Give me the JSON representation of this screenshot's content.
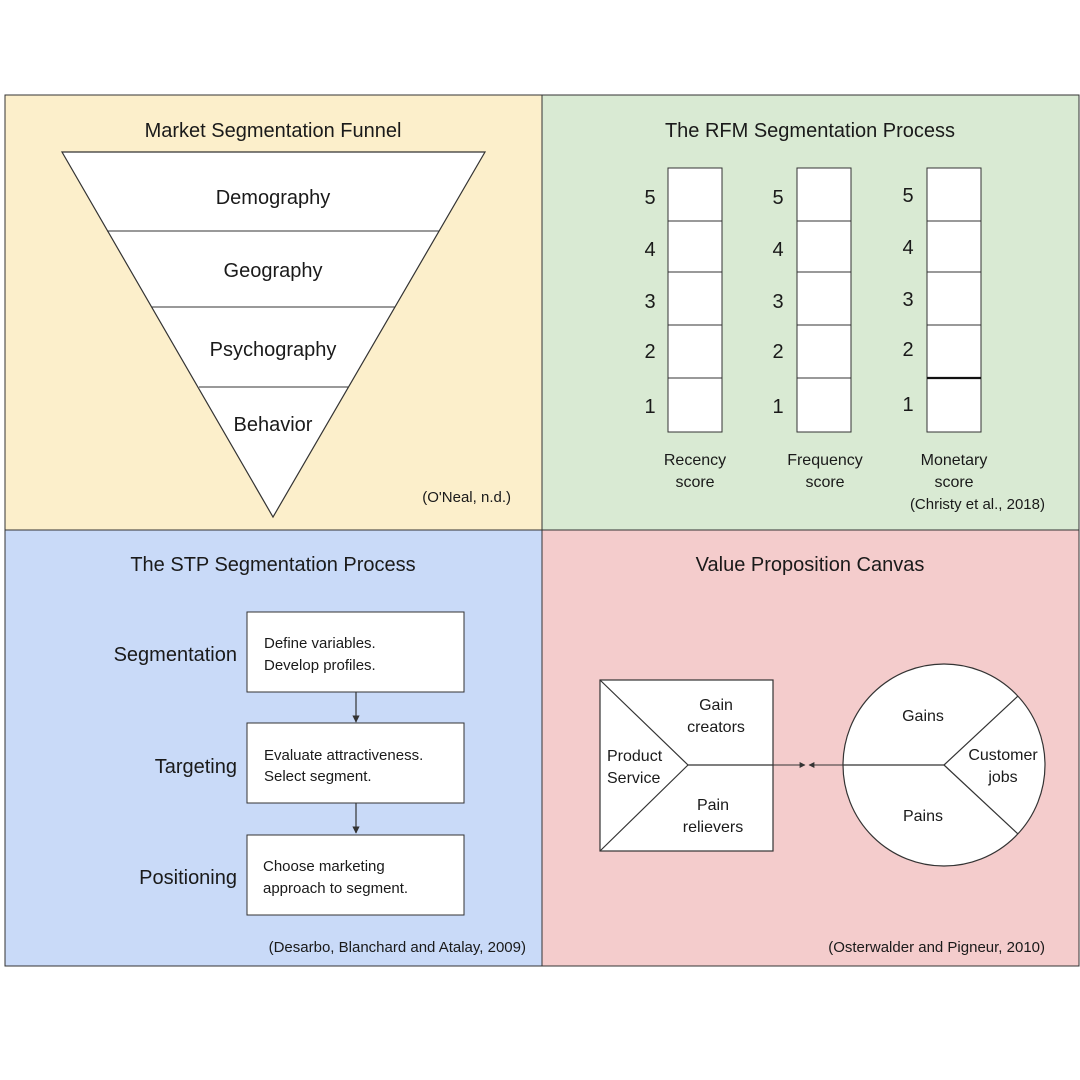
{
  "colors": {
    "funnel_bg": "#fcefcb",
    "rfm_bg": "#d9ead3",
    "stp_bg": "#c9daf8",
    "vpc_bg": "#f4cccc",
    "stroke": "#333333"
  },
  "funnel": {
    "title": "Market Segmentation Funnel",
    "layers": [
      "Demography",
      "Geography",
      "Psychography",
      "Behavior"
    ],
    "citation": "(O'Neal, n.d.)"
  },
  "rfm": {
    "title": "The RFM Segmentation Process",
    "scores": [
      "5",
      "4",
      "3",
      "2",
      "1"
    ],
    "columns": [
      {
        "label_line1": "Recency",
        "label_line2": "score"
      },
      {
        "label_line1": "Frequency",
        "label_line2": "score"
      },
      {
        "label_line1": "Monetary",
        "label_line2": "score"
      }
    ],
    "citation": "(Christy et al., 2018)"
  },
  "stp": {
    "title": "The STP Segmentation Process",
    "steps": [
      {
        "name": "Segmentation",
        "line1": "Define variables.",
        "line2": "Develop profiles."
      },
      {
        "name": "Targeting",
        "line1": "Evaluate attractiveness.",
        "line2": "Select segment."
      },
      {
        "name": "Positioning",
        "line1": "Choose marketing",
        "line2": "approach to segment."
      }
    ],
    "citation": "(Desarbo, Blanchard and Atalay, 2009)"
  },
  "vpc": {
    "title": "Value Proposition Canvas",
    "square": {
      "gain_creators_1": "Gain",
      "gain_creators_2": "creators",
      "product_1": "Product",
      "product_2": "Service",
      "pain_relievers_1": "Pain",
      "pain_relievers_2": "relievers"
    },
    "circle": {
      "gains": "Gains",
      "jobs_1": "Customer",
      "jobs_2": "jobs",
      "pains": "Pains"
    },
    "citation": "(Osterwalder and Pigneur, 2010)"
  }
}
